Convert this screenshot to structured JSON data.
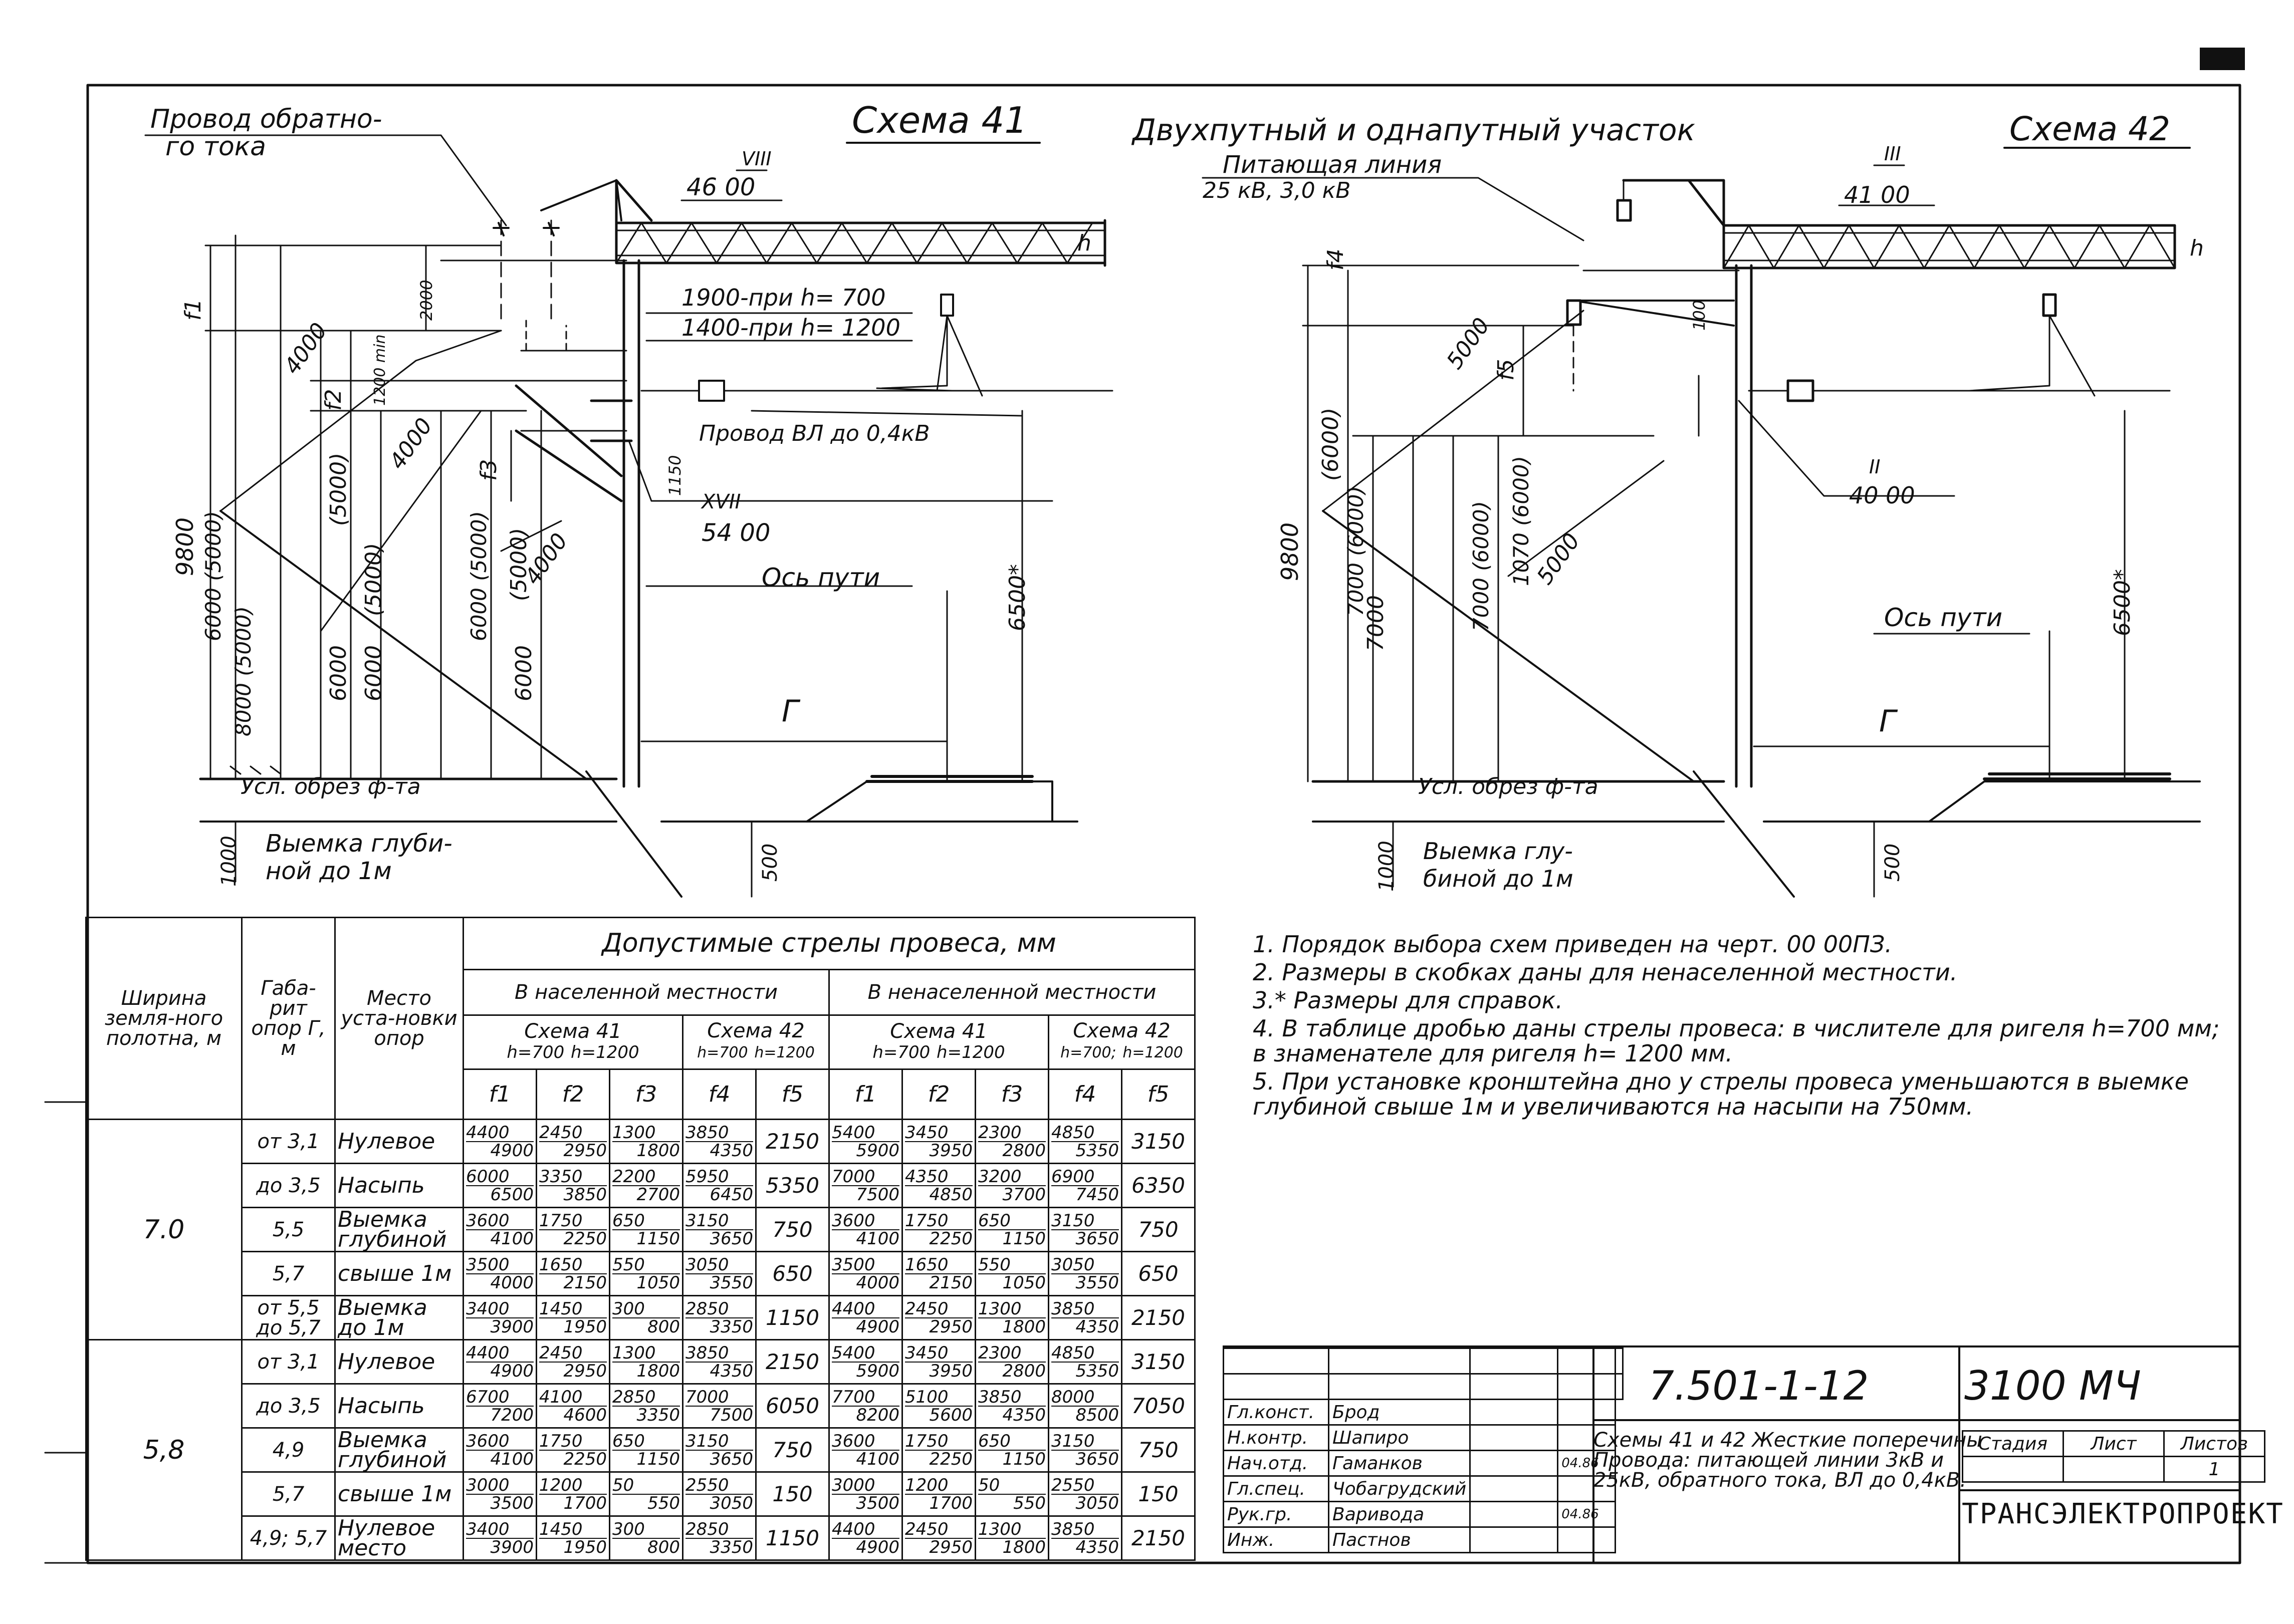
{
  "headings": {
    "scheme41": "Схема 41",
    "scheme42": "Схема 42",
    "section": "Двухпутный и однапутный участок"
  },
  "labels41": {
    "return_wire": "Провод обратно-",
    "return_wire2": "го тока",
    "vl_wire": "Провод ВЛ до 0,4кВ",
    "track_axis": "Ось пути",
    "foundation": "Усл. обрез ф-та",
    "cut": "Выемка глуби-",
    "cut2": "ной до 1м",
    "item_viii": "VIII",
    "item_viii_code": "46 00",
    "item_xvii": "XVII",
    "item_xvii_code": "54 00",
    "note_700": "1900-при h= 700",
    "note_1200": "1400-при h= 1200",
    "gamma": "Г",
    "h": "h",
    "f1": "f1",
    "f2": "f2",
    "f3": "f3",
    "d4000a": "4000",
    "d4000b": "4000",
    "d4000c": "4000",
    "d9800": "9800",
    "d6000_5000": "6000 (5000)",
    "d8000_5000": "8000 (5000)",
    "d5000p": "(5000)",
    "d5000q": "(5000)",
    "d5000r": "(5000)",
    "d6000a": "6000",
    "d6000b": "6000",
    "d6000_5000b": "6000 (5000)",
    "d6000c": "6000",
    "d2000": "2000",
    "d1200": "1200 min",
    "d1150": "1150",
    "d6500": "6500*",
    "d1000": "1000",
    "d500": "500"
  },
  "labels42": {
    "feed_line": "Питающая линия",
    "feed_volt": "25 кВ, 3,0 кВ",
    "item_iii": "III",
    "item_iii_code": "41 00",
    "item_ii": "II",
    "item_ii_code": "40 00",
    "track_axis": "Ось пути",
    "foundation": "Усл. обрез ф-та",
    "cut": "Выемка глу-",
    "cut2": "биной до 1м",
    "gamma": "Г",
    "h": "h",
    "f4": "f4",
    "f5": "f5",
    "d5000a": "5000",
    "d5000b": "5000",
    "d9800": "9800",
    "d6000": "(6000)",
    "d7000_6000a": "7000 (6000)",
    "d7000_6000b": "7000 (6000)",
    "d7000_6000c": "1070 (6000)",
    "d7000": "7000",
    "d100": "100",
    "d6500": "6500*",
    "d1000": "1000",
    "d500": "500"
  },
  "table": {
    "col_width": "Ширина земля-ного полотна, м",
    "col_gabarit": "Габа-рит опор Г, м",
    "col_place": "Место уста-новки опор",
    "col_sag": "Допустимые стрелы провеса, мм",
    "populated": "В населенной местности",
    "unpopulated": "В ненаселенной местности",
    "s41": "Схема 41",
    "s42": "Схема 42",
    "h700": "h=700",
    "h1200": "h=1200",
    "h700_1200": "h=700",
    "h1200_b": "h=1200",
    "h700_sc": "h=700;",
    "h1200_sc": "h=1200",
    "f": [
      "f1",
      "f2",
      "f3",
      "f4",
      "f5",
      "f1",
      "f2",
      "f3",
      "f4",
      "f5"
    ],
    "groups": [
      {
        "width": "7.0",
        "rows": [
          {
            "gab": "от 3,1",
            "place": "Нулевое",
            "v": [
              [
                "4400",
                "4900"
              ],
              [
                "2450",
                "2950"
              ],
              [
                "1300",
                "1800"
              ],
              [
                "3850",
                "4350"
              ],
              "2150",
              [
                "5400",
                "5900"
              ],
              [
                "3450",
                "3950"
              ],
              [
                "2300",
                "2800"
              ],
              [
                "4850",
                "5350"
              ],
              "3150"
            ]
          },
          {
            "gab": "до 3,5",
            "place": "Насыпь",
            "v": [
              [
                "6000",
                "6500"
              ],
              [
                "3350",
                "3850"
              ],
              [
                "2200",
                "2700"
              ],
              [
                "5950",
                "6450"
              ],
              "5350",
              [
                "7000",
                "7500"
              ],
              [
                "4350",
                "4850"
              ],
              [
                "3200",
                "3700"
              ],
              [
                "6900",
                "7450"
              ],
              "6350"
            ]
          },
          {
            "gab": "5,5",
            "place": "Выемка глубиной",
            "v": [
              [
                "3600",
                "4100"
              ],
              [
                "1750",
                "2250"
              ],
              [
                "650",
                "1150"
              ],
              [
                "3150",
                "3650"
              ],
              "750",
              [
                "3600",
                "4100"
              ],
              [
                "1750",
                "2250"
              ],
              [
                "650",
                "1150"
              ],
              [
                "3150",
                "3650"
              ],
              "750"
            ]
          },
          {
            "gab": "5,7",
            "place": "свыше 1м",
            "v": [
              [
                "3500",
                "4000"
              ],
              [
                "1650",
                "2150"
              ],
              [
                "550",
                "1050"
              ],
              [
                "3050",
                "3550"
              ],
              "650",
              [
                "3500",
                "4000"
              ],
              [
                "1650",
                "2150"
              ],
              [
                "550",
                "1050"
              ],
              [
                "3050",
                "3550"
              ],
              "650"
            ]
          },
          {
            "gab": "от 5,5 до 5,7",
            "place": "Выемка до 1м",
            "v": [
              [
                "3400",
                "3900"
              ],
              [
                "1450",
                "1950"
              ],
              [
                "300",
                "800"
              ],
              [
                "2850",
                "3350"
              ],
              "1150",
              [
                "4400",
                "4900"
              ],
              [
                "2450",
                "2950"
              ],
              [
                "1300",
                "1800"
              ],
              [
                "3850",
                "4350"
              ],
              "2150"
            ]
          }
        ]
      },
      {
        "width": "5,8",
        "rows": [
          {
            "gab": "от 3,1",
            "place": "Нулевое",
            "v": [
              [
                "4400",
                "4900"
              ],
              [
                "2450",
                "2950"
              ],
              [
                "1300",
                "1800"
              ],
              [
                "3850",
                "4350"
              ],
              "2150",
              [
                "5400",
                "5900"
              ],
              [
                "3450",
                "3950"
              ],
              [
                "2300",
                "2800"
              ],
              [
                "4850",
                "5350"
              ],
              "3150"
            ]
          },
          {
            "gab": "до 3,5",
            "place": "Насыпь",
            "v": [
              [
                "6700",
                "7200"
              ],
              [
                "4100",
                "4600"
              ],
              [
                "2850",
                "3350"
              ],
              [
                "7000",
                "7500"
              ],
              "6050",
              [
                "7700",
                "8200"
              ],
              [
                "5100",
                "5600"
              ],
              [
                "3850",
                "4350"
              ],
              [
                "8000",
                "8500"
              ],
              "7050"
            ]
          },
          {
            "gab": "4,9",
            "place": "Выемка глубиной",
            "v": [
              [
                "3600",
                "4100"
              ],
              [
                "1750",
                "2250"
              ],
              [
                "650",
                "1150"
              ],
              [
                "3150",
                "3650"
              ],
              "750",
              [
                "3600",
                "4100"
              ],
              [
                "1750",
                "2250"
              ],
              [
                "650",
                "1150"
              ],
              [
                "3150",
                "3650"
              ],
              "750"
            ]
          },
          {
            "gab": "5,7",
            "place": "свыше 1м",
            "v": [
              [
                "3000",
                "3500"
              ],
              [
                "1200",
                "1700"
              ],
              [
                "50",
                "550"
              ],
              [
                "2550",
                "3050"
              ],
              "150",
              [
                "3000",
                "3500"
              ],
              [
                "1200",
                "1700"
              ],
              [
                "50",
                "550"
              ],
              [
                "2550",
                "3050"
              ],
              "150"
            ]
          },
          {
            "gab": "4,9; 5,7",
            "place": "Нулевое место",
            "v": [
              [
                "3400",
                "3900"
              ],
              [
                "1450",
                "1950"
              ],
              [
                "300",
                "800"
              ],
              [
                "2850",
                "3350"
              ],
              "1150",
              [
                "4400",
                "4900"
              ],
              [
                "2450",
                "2950"
              ],
              [
                "1300",
                "1800"
              ],
              [
                "3850",
                "4350"
              ],
              "2150"
            ]
          }
        ]
      }
    ]
  },
  "notes": [
    "1. Порядок выбора схем приведен на черт. 00 00ПЗ.",
    "2. Размеры в скобках даны для ненаселенной местности.",
    "3.* Размеры для справок.",
    "4. В таблице дробью даны стрелы провеса: в числителе для ригеля h=700 мм; в знаменателе для ригеля h= 1200 мм.",
    "5. При установке кронштейна дно у стрелы провеса уменьшаются в выемке глубиной свыше 1м и увеличиваются на насыпи на 750мм."
  ],
  "stamp": {
    "code": "7.501-1-12",
    "sheet_code": "3100 МЧ",
    "title": "Схемы 41 и 42 Жесткие поперечины Провода: питающей линии 3кВ и 25кВ, обратного тока, ВЛ до 0,4кВ.",
    "stage": "Стадия",
    "sheet": "Лист",
    "sheets": "Листов",
    "sheet_no": "1",
    "org": "ТРАНСЭЛЕКТРОПРОЕКТ",
    "roles": [
      {
        "role": "Гл.конст.",
        "name": "Брод",
        "date": ""
      },
      {
        "role": "Н.контр.",
        "name": "Шапиро",
        "date": ""
      },
      {
        "role": "Нач.отд.",
        "name": "Гаманков",
        "date": "04.86"
      },
      {
        "role": "Гл.спец.",
        "name": "Чобагрудский",
        "date": ""
      },
      {
        "role": "Рук.гр.",
        "name": "Варивода",
        "date": "04.86"
      },
      {
        "role": "Инж.",
        "name": "Пастнов",
        "date": ""
      }
    ]
  }
}
